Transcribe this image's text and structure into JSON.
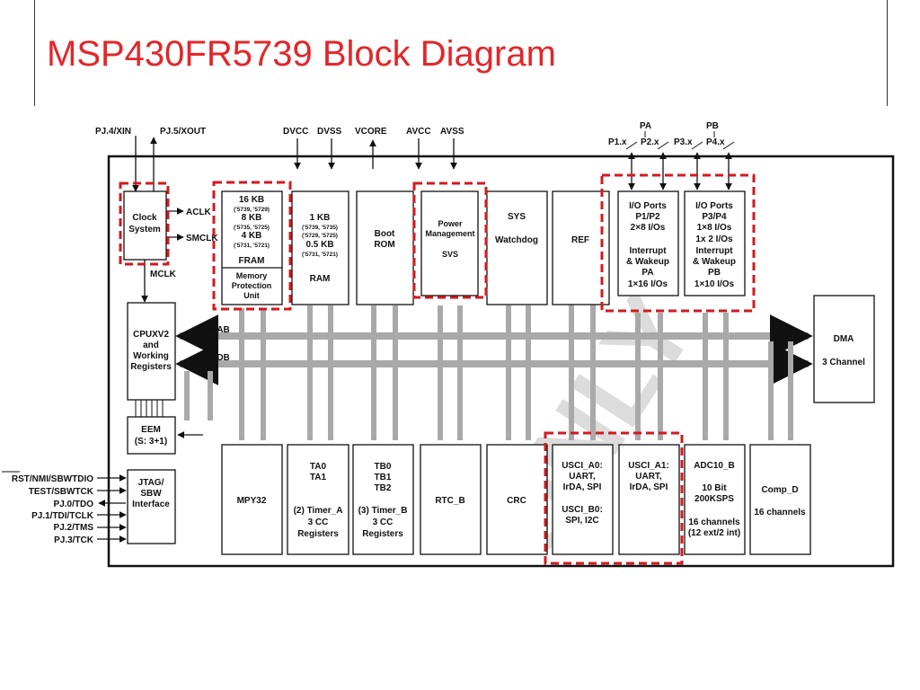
{
  "title": "MSP430FR5739 Block Diagram",
  "watermark": "ONLY",
  "colors": {
    "title": "#e3262a",
    "highlight": "#d21a1f",
    "bus": "#a9a9a9",
    "line": "#111111"
  },
  "pins_top": {
    "pj4": "PJ.4/XIN",
    "pj5": "PJ.5/XOUT",
    "dvcc": "DVCC",
    "dvss": "DVSS",
    "vcore": "VCORE",
    "avcc": "AVCC",
    "avss": "AVSS",
    "pa": "PA",
    "pb": "PB",
    "p1": "P1.x",
    "p2": "P2.x",
    "p3": "P3.x",
    "p4": "P4.x"
  },
  "pins_left": {
    "rst": "RST/NMI/SBWTDIO",
    "test": "TEST/SBWTCK",
    "pj0": "PJ.0/TDO",
    "pj1": "PJ.1/TDI/TCLK",
    "pj2": "PJ.2/TMS",
    "pj3": "PJ.3/TCK"
  },
  "signals": {
    "aclk": "ACLK",
    "smclk": "SMCLK",
    "mclk": "MCLK",
    "mab": "MAB",
    "mdb": "MDB"
  },
  "blocks": {
    "clock": [
      "Clock",
      "System"
    ],
    "fram": {
      "l1": "16 KB",
      "l2": "('5739, '5729)",
      "l3": "8 KB",
      "l4": "('5735, '5725)",
      "l5": "4 KB",
      "l6": "('5731, '5721)",
      "l7": "FRAM"
    },
    "mpu": [
      "Memory",
      "Protection",
      "Unit"
    ],
    "ram": {
      "l1": "1 KB",
      "l2": "('5739, '5735)",
      "l3": "('5729, '5725)",
      "l4": "0.5 KB",
      "l5": "('5731, '5721)",
      "l6": "RAM"
    },
    "boot": [
      "Boot",
      "ROM"
    ],
    "power": [
      "Power",
      "Management",
      "SVS"
    ],
    "sys": [
      "SYS",
      "Watchdog"
    ],
    "ref": "REF",
    "io1": [
      "I/O Ports",
      "P1/P2",
      "2×8 I/Os",
      "Interrupt",
      "& Wakeup",
      "PA",
      "1×16 I/Os"
    ],
    "io2": [
      "I/O Ports",
      "P3/P4",
      "1×8 I/Os",
      "1x 2 I/Os",
      "Interrupt",
      "& Wakeup",
      "PB",
      "1×10 I/Os"
    ],
    "cpu": [
      "CPUXV2",
      "and",
      "Working",
      "Registers"
    ],
    "dma": [
      "DMA",
      "3 Channel"
    ],
    "eem": [
      "EEM",
      "(S: 3+1)"
    ],
    "jtag": [
      "JTAG/",
      "SBW",
      "Interface"
    ],
    "mpy": "MPY32",
    "ta": [
      "TA0",
      "TA1",
      "(2) Timer_A",
      "3 CC",
      "Registers"
    ],
    "tb": [
      "TB0",
      "TB1",
      "TB2",
      "(3) Timer_B",
      "3 CC",
      "Registers"
    ],
    "rtc": "RTC_B",
    "crc": "CRC",
    "usci_a0": [
      "USCI_A0:",
      "UART,",
      "IrDA, SPI",
      "USCI_B0:",
      "SPI, I2C"
    ],
    "usci_a1": [
      "USCI_A1:",
      "UART,",
      "IrDA, SPI"
    ],
    "adc": [
      "ADC10_B",
      "10 Bit",
      "200KSPS",
      "16 channels",
      "(12 ext/2 int)"
    ],
    "comp": [
      "Comp_D",
      "16 channels"
    ]
  }
}
